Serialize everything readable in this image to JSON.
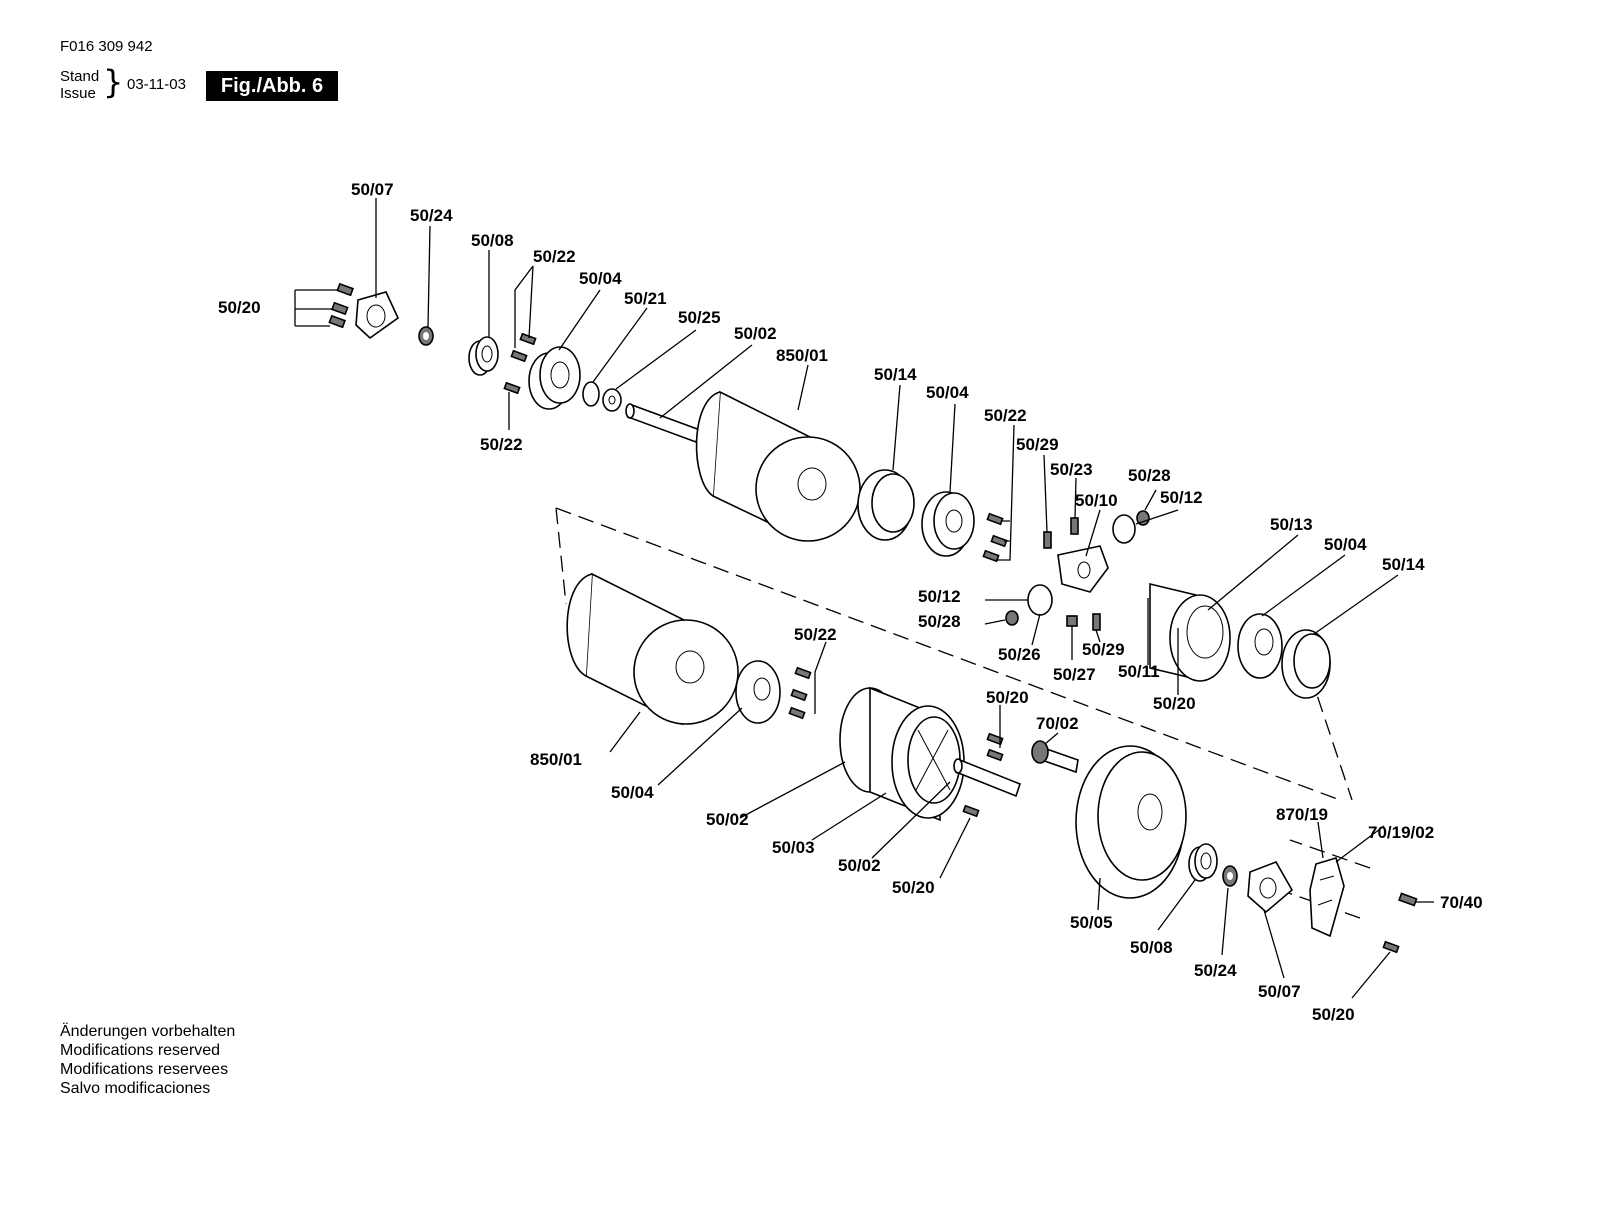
{
  "header": {
    "doc_number": "F016 309 942",
    "stand_label": "Stand",
    "issue_label": "Issue",
    "date": "03-11-03",
    "figure": "Fig./Abb. 6"
  },
  "notes": [
    "Änderungen vorbehalten",
    "Modifications reserved",
    "Modifications reservees",
    "Salvo modificaciones"
  ],
  "labels": [
    {
      "id": "l01",
      "text": "50/07"
    },
    {
      "id": "l02",
      "text": "50/24"
    },
    {
      "id": "l03",
      "text": "50/08"
    },
    {
      "id": "l04",
      "text": "50/22"
    },
    {
      "id": "l05",
      "text": "50/04"
    },
    {
      "id": "l06",
      "text": "50/21"
    },
    {
      "id": "l07",
      "text": "50/25"
    },
    {
      "id": "l08",
      "text": "50/02"
    },
    {
      "id": "l09",
      "text": "850/01"
    },
    {
      "id": "l10",
      "text": "50/20"
    },
    {
      "id": "l11",
      "text": "50/22"
    },
    {
      "id": "l12",
      "text": "50/14"
    },
    {
      "id": "l13",
      "text": "50/04"
    },
    {
      "id": "l14",
      "text": "50/22"
    },
    {
      "id": "l15",
      "text": "50/29"
    },
    {
      "id": "l16",
      "text": "50/23"
    },
    {
      "id": "l17",
      "text": "50/10"
    },
    {
      "id": "l18",
      "text": "50/28"
    },
    {
      "id": "l19",
      "text": "50/12"
    },
    {
      "id": "l20",
      "text": "50/13"
    },
    {
      "id": "l21",
      "text": "50/04"
    },
    {
      "id": "l22",
      "text": "50/14"
    },
    {
      "id": "l23",
      "text": "50/12"
    },
    {
      "id": "l24",
      "text": "50/28"
    },
    {
      "id": "l25",
      "text": "50/26"
    },
    {
      "id": "l26",
      "text": "50/29"
    },
    {
      "id": "l27",
      "text": "50/27"
    },
    {
      "id": "l28",
      "text": "50/11"
    },
    {
      "id": "l29",
      "text": "50/20"
    },
    {
      "id": "l30",
      "text": "50/22"
    },
    {
      "id": "l31",
      "text": "850/01"
    },
    {
      "id": "l32",
      "text": "50/04"
    },
    {
      "id": "l33",
      "text": "50/20"
    },
    {
      "id": "l34",
      "text": "70/02"
    },
    {
      "id": "l35",
      "text": "50/02"
    },
    {
      "id": "l36",
      "text": "50/03"
    },
    {
      "id": "l37",
      "text": "50/02"
    },
    {
      "id": "l38",
      "text": "50/20"
    },
    {
      "id": "l39",
      "text": "870/19"
    },
    {
      "id": "l40",
      "text": "70/19/02"
    },
    {
      "id": "l41",
      "text": "70/40"
    },
    {
      "id": "l42",
      "text": "50/05"
    },
    {
      "id": "l43",
      "text": "50/08"
    },
    {
      "id": "l44",
      "text": "50/24"
    },
    {
      "id": "l45",
      "text": "50/07"
    },
    {
      "id": "l46",
      "text": "50/20"
    }
  ]
}
